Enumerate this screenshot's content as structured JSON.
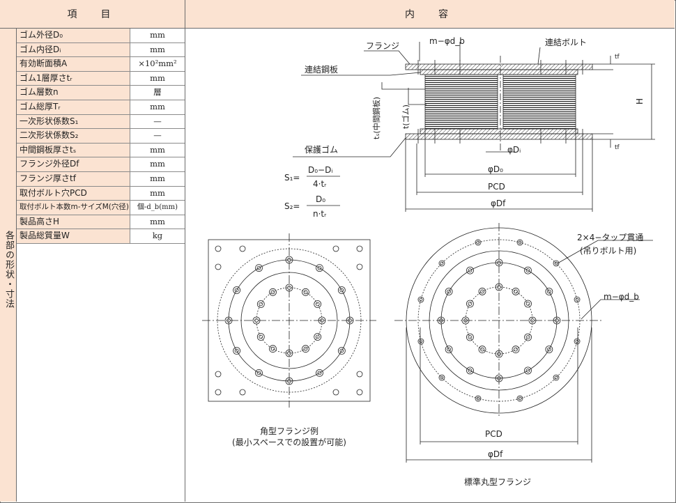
{
  "header": {
    "left": "項　目",
    "right": "内　容"
  },
  "side_label": "各部の形状・寸法",
  "rows": [
    {
      "name": "ゴム外径D₀",
      "unit": "mm"
    },
    {
      "name": "ゴム内径Dᵢ",
      "unit": "mm"
    },
    {
      "name": "有効断面積A",
      "unit": "×10²mm²"
    },
    {
      "name": "ゴム1層厚さtᵣ",
      "unit": "mm"
    },
    {
      "name": "ゴム層数n",
      "unit": "層"
    },
    {
      "name": "ゴム総厚Tᵣ",
      "unit": "mm"
    },
    {
      "name": "一次形状係数S₁",
      "unit": "—"
    },
    {
      "name": "二次形状係数S₂",
      "unit": "—"
    },
    {
      "name": "中間鋼板厚さtₛ",
      "unit": "mm"
    },
    {
      "name": "フランジ外径Df",
      "unit": "mm"
    },
    {
      "name": "フランジ厚さtf",
      "unit": "mm"
    },
    {
      "name": "取付ボルト穴PCD",
      "unit": "mm"
    },
    {
      "name": "取付ボルト本数m-サイズM(穴径)",
      "unit": "個-d_b(mm)"
    },
    {
      "name": "製品高さH",
      "unit": "mm"
    },
    {
      "name": "製品総質量W",
      "unit": "kg"
    }
  ],
  "diagram": {
    "labels": {
      "flange": "フランジ",
      "m_db": "m−φd_b",
      "conn_bolt": "連結ボルト",
      "conn_plate": "連結鋼板",
      "mid_plate": "tₛ(中間鋼板)",
      "rubber_t": "t(ゴム)",
      "protect": "保護ゴム",
      "H": "H",
      "tf": "tf",
      "phiDi": "φDᵢ",
      "phiD0": "φD₀",
      "pcd": "PCD",
      "phiDf": "φDf",
      "tap": "2×4−タップ貫通",
      "tap_sub": "(吊りボルト用)",
      "m_db2": "m−φd_b",
      "pcd2": "PCD",
      "phiDf2": "φDf"
    },
    "formula": {
      "s1_lhs": "S₁=",
      "s1_num": "D₀−Dᵢ",
      "s1_den": "4·tᵣ",
      "s2_lhs": "S₂=",
      "s2_num": "D₀",
      "s2_den": "n·tᵣ"
    },
    "captions": {
      "square_1": "角型フランジ例",
      "square_2": "(最小スペースでの設置が可能)",
      "round": "標準丸型フランジ"
    }
  }
}
